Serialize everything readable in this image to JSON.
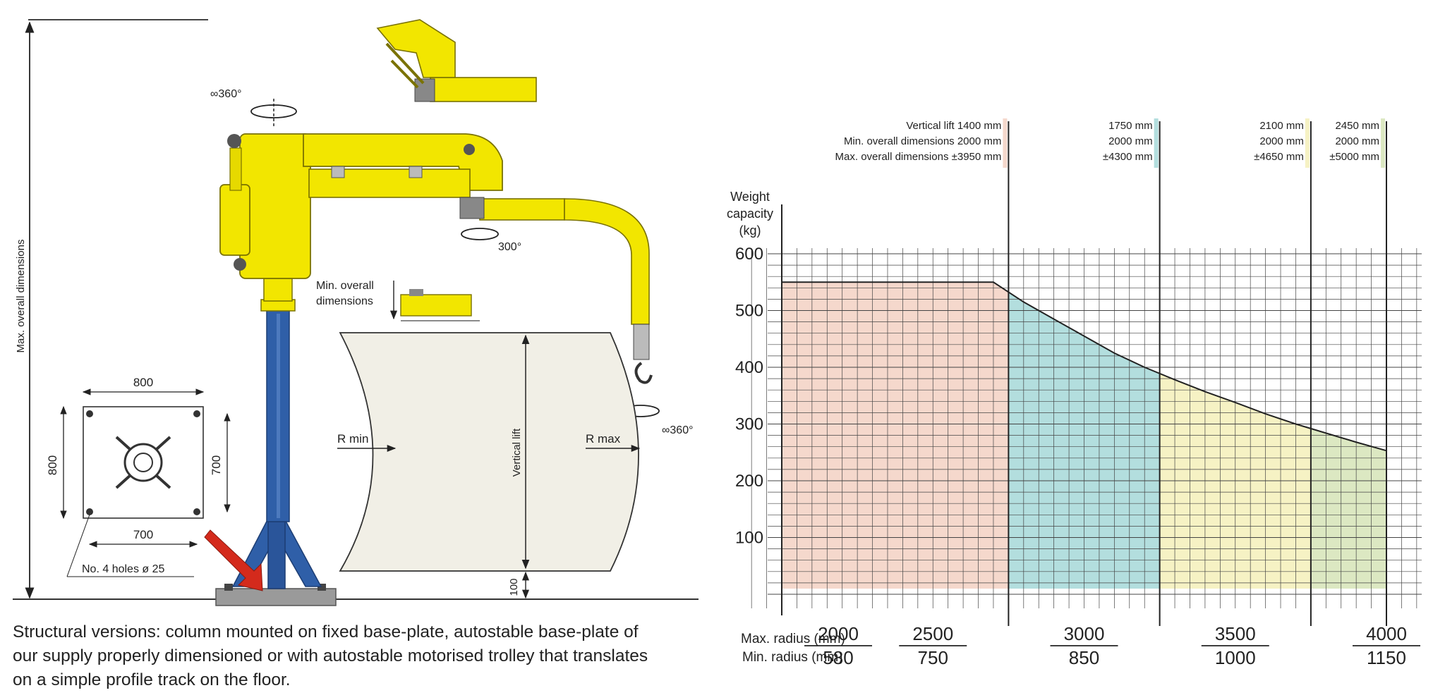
{
  "drawing": {
    "rotation_top": "∞360°",
    "rotation_elbow": "300°",
    "rotation_hook": "∞360°",
    "max_overall_label": "Max. overall dimensions",
    "min_overall_label": [
      "Min. overall",
      "dimensions"
    ],
    "vertical_lift_label": "Vertical lift",
    "r_min": "R min",
    "r_max": "R max",
    "floor_dim": "100",
    "plate_top": "800",
    "plate_left": "800",
    "plate_right": "700",
    "plate_bottom": "700",
    "holes": "No. 4 holes ø 25",
    "colors": {
      "yellow": "#f2e600",
      "blue": "#2f5fa8",
      "lift_area": "#f1efe6"
    }
  },
  "caption": [
    "Structural versions: column mounted on fixed base-plate, autostable base-plate of",
    "our supply properly dimensioned or with autostable motorised trolley that translates",
    "on a simple profile track on the floor."
  ],
  "chart_data": {
    "type": "area",
    "ylabel": [
      "Weight",
      "capacity",
      "(kg)"
    ],
    "ylim": [
      0,
      600
    ],
    "yticks": [
      100,
      200,
      300,
      400,
      500,
      600
    ],
    "x_row_labels": [
      "Max. radius (mm)",
      "Min. radius (mm)"
    ],
    "x_columns": [
      {
        "max": "2000",
        "min": "580"
      },
      {
        "max": "2500",
        "min": "750"
      },
      {
        "max": "3000",
        "min": "850"
      },
      {
        "max": "3500",
        "min": "1000"
      },
      {
        "max": "4000",
        "min": "1150"
      }
    ],
    "zones": [
      {
        "lines": [
          "Vertical lift 1400 mm",
          "Min. overall dimensions 2000 mm",
          "Max. overall dimensions ±3950 mm"
        ],
        "color": "#f5d8cc"
      },
      {
        "lines": [
          "1750 mm",
          "2000 mm",
          "±4300 mm"
        ],
        "color": "#b3dede"
      },
      {
        "lines": [
          "2100 mm",
          "2000 mm",
          "±4650 mm"
        ],
        "color": "#f6f2c4"
      },
      {
        "lines": [
          "2450 mm",
          "2000 mm",
          "±5000 mm"
        ],
        "color": "#dce8c2"
      }
    ],
    "curve": {
      "x": [
        2000,
        2700,
        2800,
        2900,
        3000,
        3100,
        3200,
        3300,
        3400,
        3500,
        3600,
        3700,
        3800,
        3900,
        4000
      ],
      "y": [
        550,
        550,
        515,
        485,
        455,
        425,
        400,
        378,
        357,
        338,
        318,
        300,
        284,
        268,
        253
      ]
    },
    "grid": true
  }
}
